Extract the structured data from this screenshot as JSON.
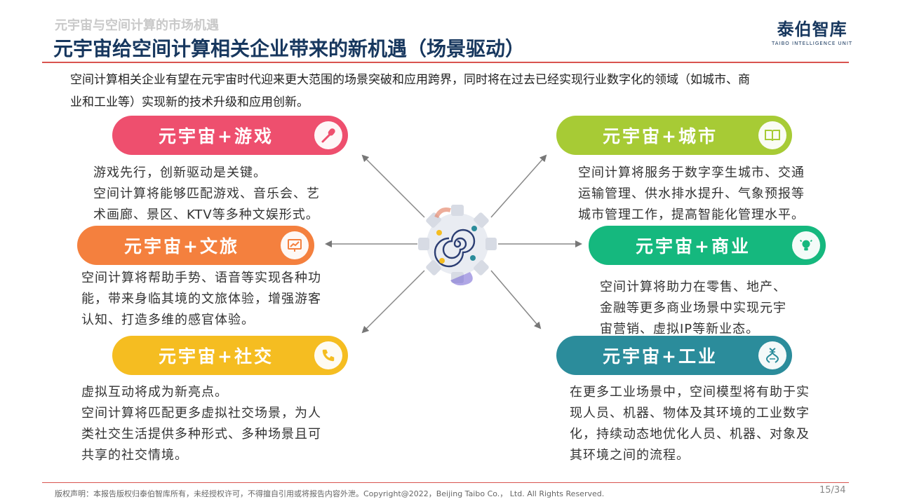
{
  "header": {
    "supertitle": "元宇宙与空间计算的市场机遇",
    "title": "元宇宙给空间计算相关企业带来的新机遇（场景驱动）",
    "logo_cn": "泰伯智库",
    "logo_en": "TAIBO INTELLIGENCE UNIT"
  },
  "intro": {
    "line1": "空间计算相关企业有望在元宇宙时代迎来更大范围的场景突破和应用跨界，同时将在过去已经实现行业数字化的领域（如城市、商",
    "line2": "业和工业等）实现新的技术升级和应用创新。"
  },
  "scenarios": {
    "game": {
      "title": "元宇宙+游戏",
      "icon": "microphone-icon",
      "color": "#ee4f6e",
      "lines": [
        "游戏先行，创新驱动是关键。",
        "空间计算将能够匹配游戏、音乐会、艺",
        "术画廊、景区、KTV等多种文娱形式。"
      ]
    },
    "tourism": {
      "title": "元宇宙+文旅",
      "icon": "presentation-chart-icon",
      "color": "#f4803e",
      "lines": [
        "空间计算将帮助手势、语音等实现各种功",
        "能，带来身临其境的文旅体验，增强游客",
        "认知、打造多维的感官体验。"
      ]
    },
    "social": {
      "title": "元宇宙+社交",
      "icon": "phone-icon",
      "color": "#f5bd21",
      "lines": [
        "虚拟互动将成为新亮点。",
        "空间计算将匹配更多虚拟社交场景，为人",
        "类社交生活提供多种形式、多种场景且可",
        "共享的社交情境。"
      ]
    },
    "city": {
      "title": "元宇宙+城市",
      "icon": "book-icon",
      "color": "#a7cb35",
      "lines": [
        "空间计算将服务于数字孪生城市、交通",
        "运输管理、供水排水提升、气象预报等",
        "城市管理工作，提高智能化管理水平。"
      ]
    },
    "commerce": {
      "title": "元宇宙+商业",
      "icon": "lightbulb-icon",
      "color": "#15b87e",
      "lines": [
        "空间计算将助力在零售、地产、",
        "金融等更多商业场景中实现元宇",
        "宙营销、虚拟IP等新业态。"
      ]
    },
    "industry": {
      "title": "元宇宙+工业",
      "icon": "dna-icon",
      "color": "#2b8c9b",
      "lines": [
        "在更多工业场景中，空间模型将有助于实",
        "现人员、机器、物体及其环境的工业数字",
        "化，持续动态地优化人员、机器、对象及",
        "其环境之间的流程。"
      ]
    }
  },
  "center_icon": "spiral-gear-icon",
  "footer": {
    "copyright": "版权声明：本报告版权归泰伯智库所有，未经授权许可，不得擅自引用或将报告内容外泄。Copyright@2022，Beijing Taibo Co.， Ltd. All Rights Reserved.",
    "page": "15/34"
  }
}
